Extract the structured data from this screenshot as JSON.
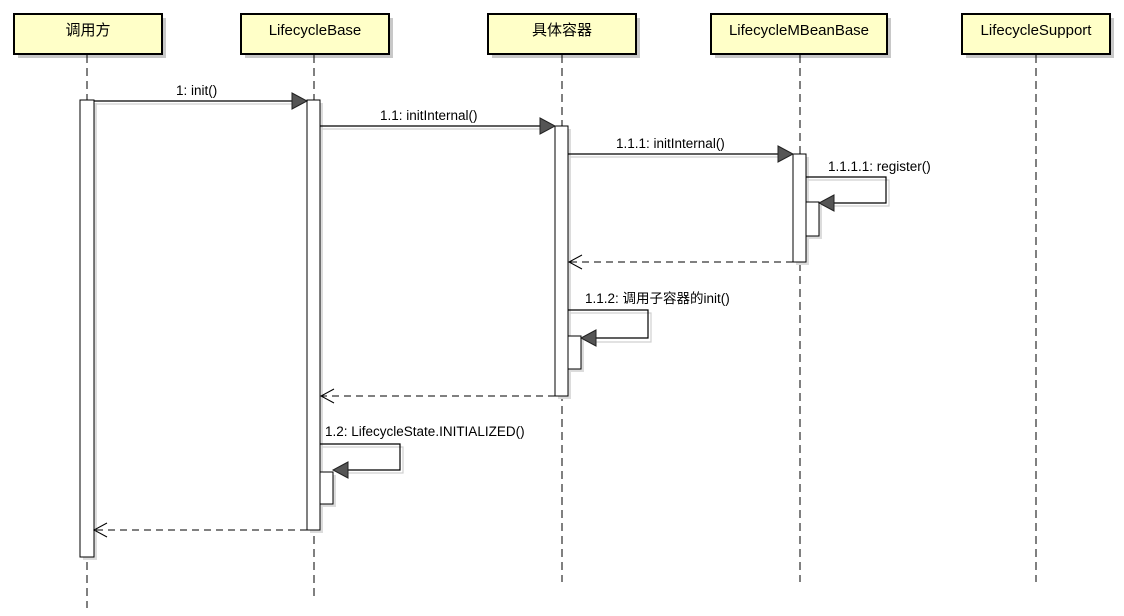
{
  "participants": [
    {
      "id": "caller",
      "label": "调用方"
    },
    {
      "id": "lifecyclebase",
      "label": "LifecycleBase"
    },
    {
      "id": "container",
      "label": "具体容器"
    },
    {
      "id": "mbeanbase",
      "label": "LifecycleMBeanBase"
    },
    {
      "id": "support",
      "label": "LifecycleSupport"
    }
  ],
  "messages": [
    {
      "id": "m1",
      "label": "1: init()"
    },
    {
      "id": "m11",
      "label": "1.1: initInternal()"
    },
    {
      "id": "m111",
      "label": "1.1.1: initInternal()"
    },
    {
      "id": "m1111",
      "label": "1.1.1.1: register()"
    },
    {
      "id": "m112",
      "label": "1.1.2: 调用子容器的init()"
    },
    {
      "id": "m12",
      "label": "1.2: LifecycleState.INITIALIZED()"
    }
  ],
  "colors": {
    "participant_fill": "#ffffc8",
    "participant_border": "#000000"
  }
}
